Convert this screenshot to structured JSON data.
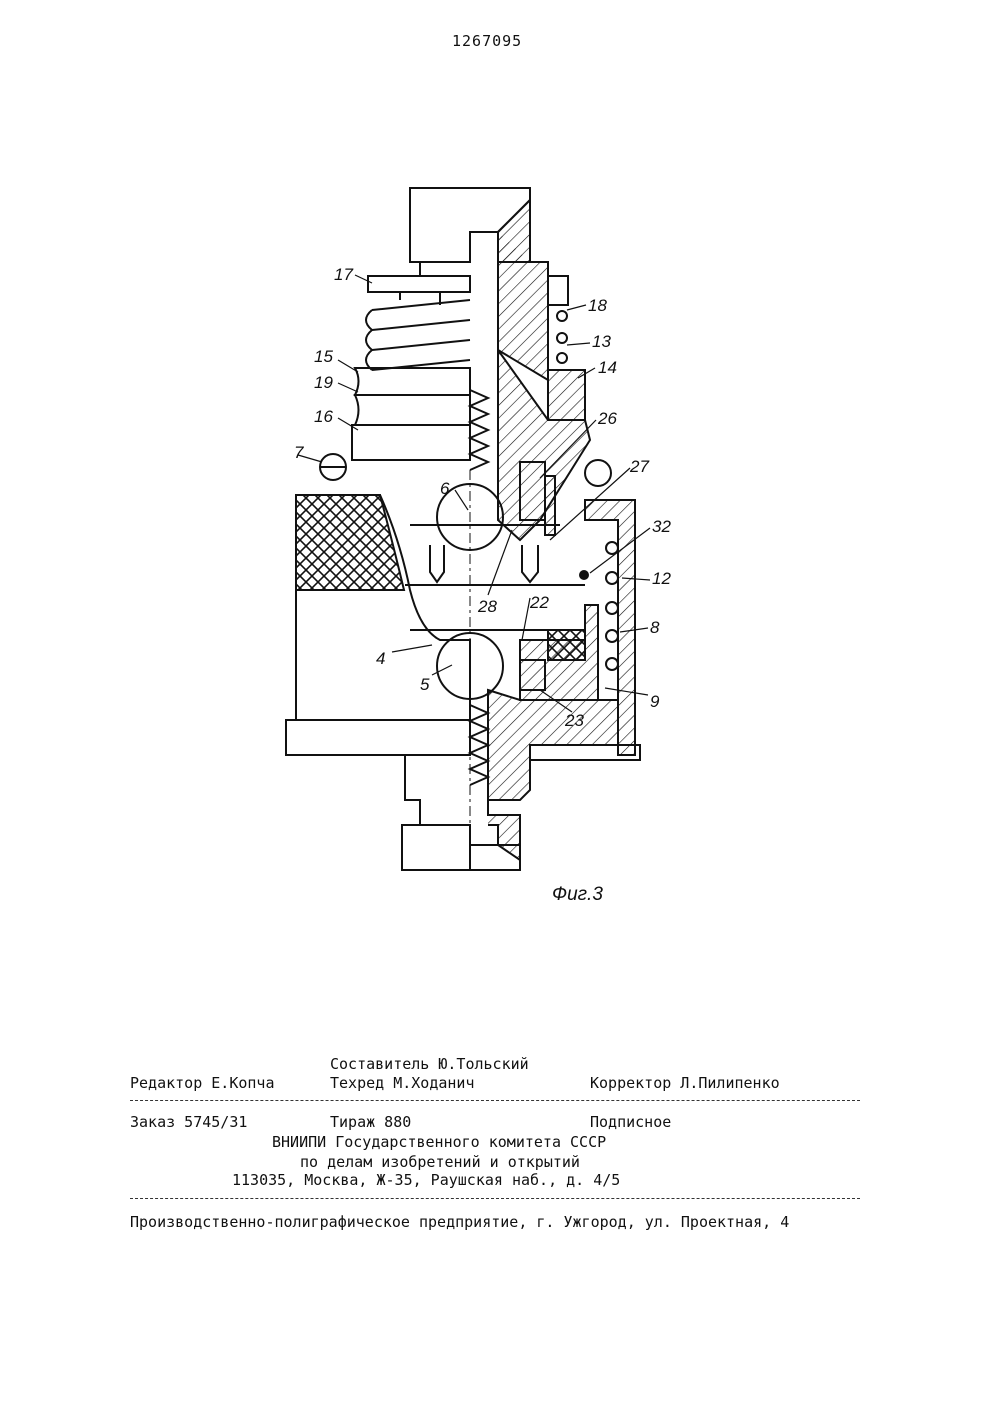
{
  "patent_number": "1267095",
  "figure": {
    "caption": "Фиг.3",
    "labels": [
      "17",
      "18",
      "13",
      "14",
      "15",
      "19",
      "16",
      "26",
      "7",
      "27",
      "6",
      "32",
      "12",
      "28",
      "22",
      "8",
      "4",
      "5",
      "23",
      "9"
    ]
  },
  "imprint": {
    "compiler": "Составитель Ю.Тольский",
    "editor": "Редактор Е.Копча",
    "tech_editor": "Техред М.Ходанич",
    "corrector": "Корректор Л.Пилипенко",
    "order": "Заказ 5745/31",
    "circulation": "Тираж 880",
    "subscription": "Подписное",
    "org_line1": "ВНИИПИ Государственного комитета СССР",
    "org_line2": "по делам изобретений и открытий",
    "address": "113035, Москва, Ж-35, Раушская наб., д. 4/5",
    "printer": "Производственно-полиграфическое предприятие, г. Ужгород, ул. Проектная, 4"
  }
}
